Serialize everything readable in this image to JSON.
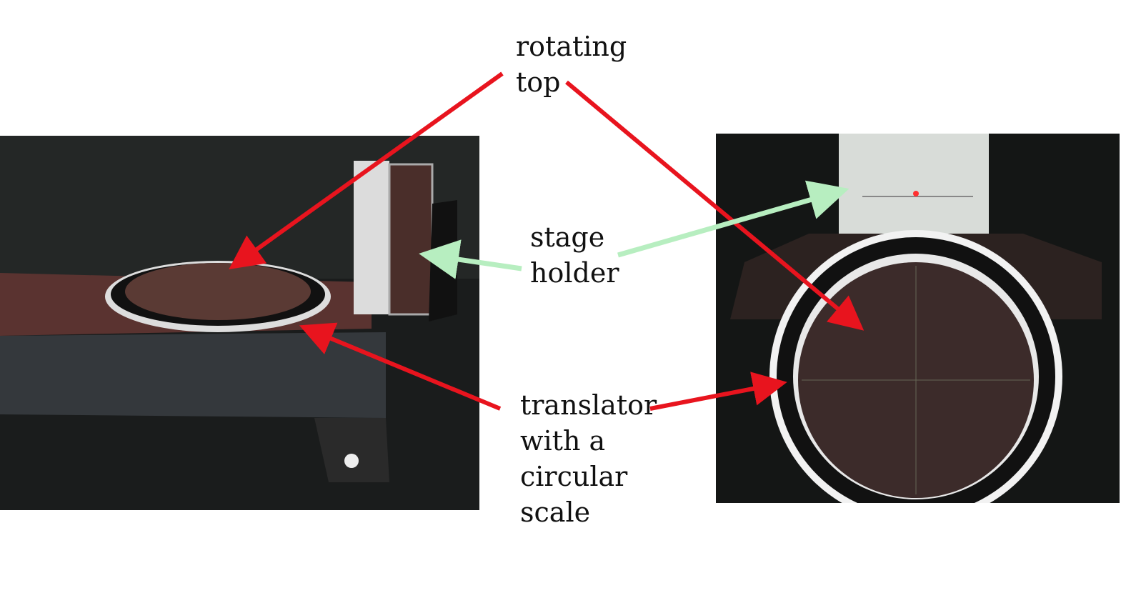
{
  "labels": {
    "rotating_top": [
      "rotating",
      "top"
    ],
    "stage_holder": [
      "stage",
      "holder"
    ],
    "translator": [
      "translator",
      "with a",
      "circular",
      "scale"
    ]
  },
  "colors": {
    "arrow_red": "#e8141e",
    "arrow_green": "#b7eec0",
    "background": "#ffffff"
  }
}
